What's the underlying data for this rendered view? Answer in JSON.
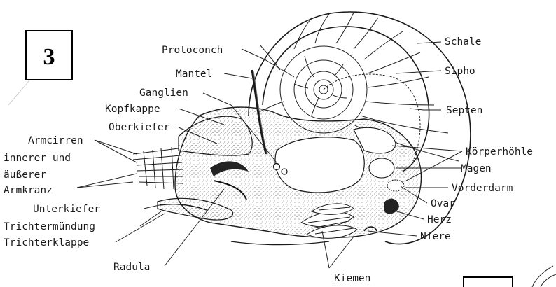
{
  "figure_number": "3",
  "labels": {
    "protoconch": "Protoconch",
    "schale": "Schale",
    "mantel": "Mantel",
    "sipho": "Sipho",
    "ganglien": "Ganglien",
    "kopfkappe": "Kopfkappe",
    "septen": "Septen",
    "oberkiefer": "Oberkiefer",
    "armcirren": "Armcirren",
    "innerer_und": "innerer und",
    "aeusserer": "äußerer",
    "armkranz": "Armkranz",
    "koerperhoehle": "Körperhöhle",
    "magen": "Magen",
    "vorderdarm": "Vorderdarm",
    "ovar": "Ovar",
    "unterkiefer": "Unterkiefer",
    "trichtermuendung": "Trichtermündung",
    "trichterklappe": "Trichterklappe",
    "herz": "Herz",
    "niere": "Niere",
    "radula": "Radula",
    "kiemen": "Kiemen"
  }
}
